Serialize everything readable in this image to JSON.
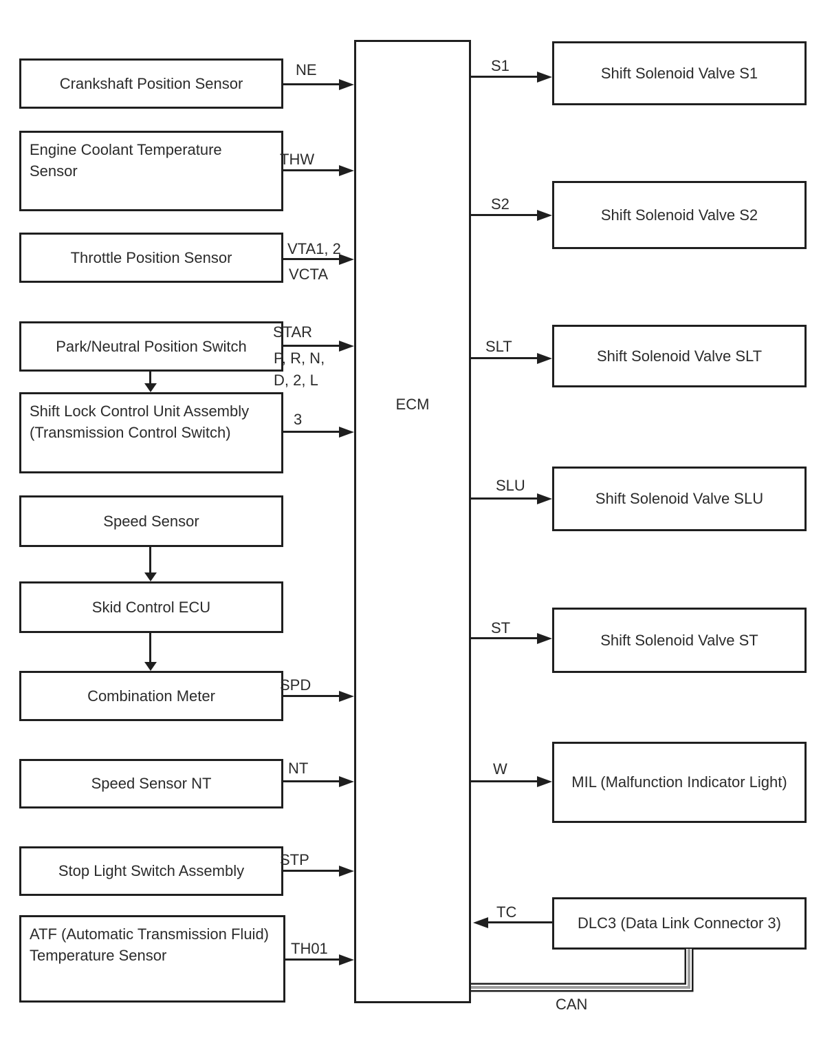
{
  "diagram": {
    "ecm": {
      "label": "ECM"
    },
    "left_blocks": [
      {
        "label": "Crankshaft Position Sensor"
      },
      {
        "label": "Engine Coolant Temperature\nSensor"
      },
      {
        "label": "Throttle Position Sensor"
      },
      {
        "label": "Park/Neutral Position Switch"
      },
      {
        "label": "Shift Lock Control Unit Assembly\n(Transmission Control Switch)"
      },
      {
        "label": "Speed Sensor"
      },
      {
        "label": "Skid Control ECU"
      },
      {
        "label": "Combination Meter"
      },
      {
        "label": "Speed Sensor NT"
      },
      {
        "label": "Stop Light Switch Assembly"
      },
      {
        "label": "ATF (Automatic Transmission Fluid)\nTemperature Sensor"
      }
    ],
    "right_blocks": [
      {
        "label": "Shift Solenoid Valve S1"
      },
      {
        "label": "Shift Solenoid Valve S2"
      },
      {
        "label": "Shift Solenoid Valve SLT"
      },
      {
        "label": "Shift Solenoid Valve SLU"
      },
      {
        "label": "Shift Solenoid Valve ST"
      },
      {
        "label": "MIL (Malfunction Indicator Light)"
      },
      {
        "label": "DLC3 (Data Link Connector 3)"
      }
    ],
    "signals": {
      "ne": "NE",
      "thw": "THW",
      "vta": "VTA1, 2",
      "vcta": "VCTA",
      "star": "STAR",
      "prndl": "P, R, N,\nD, 2, L",
      "three": "3",
      "spd": "SPD",
      "nt": "NT",
      "stp": "STP",
      "th01": "TH01",
      "s1": "S1",
      "s2": "S2",
      "slt": "SLT",
      "slu": "SLU",
      "st": "ST",
      "w": "W",
      "tc": "TC",
      "can": "CAN"
    },
    "colors": {
      "line": "#1f1f1f",
      "text": "#2b2b2b",
      "background": "#ffffff",
      "bus_core": "#9e9e9e",
      "bus_inner": "#ffffff"
    }
  }
}
